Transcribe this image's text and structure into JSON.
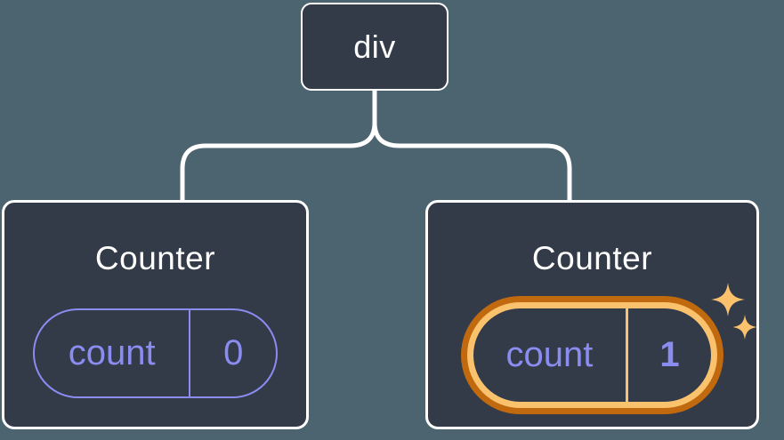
{
  "diagram": {
    "description": "React component tree: a div root with two Counter children; the second Counter's state was updated",
    "colors": {
      "background": "#4c646f",
      "node_fill": "#333a48",
      "node_border": "#ffffff",
      "connector": "#ffffff",
      "state_purple": "#8a8cf0",
      "highlight_orange_dark": "#c1690e",
      "highlight_orange_light": "#fbc26d",
      "sparkle_orange": "#fbc26d"
    },
    "root": {
      "label": "div"
    },
    "children": [
      {
        "title": "Counter",
        "state_key": "count",
        "state_value": "0",
        "highlighted": false
      },
      {
        "title": "Counter",
        "state_key": "count",
        "state_value": "1",
        "highlighted": true
      }
    ]
  }
}
